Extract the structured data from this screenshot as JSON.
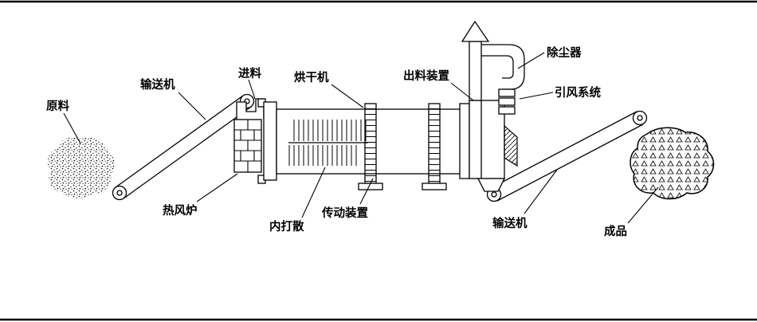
{
  "page": {
    "background": "#ffffff",
    "line_color": "#000000",
    "description": "rotary-dryer-system-line-diagram"
  },
  "labels": {
    "raw_material": "原料",
    "conveyor_left": "输送机",
    "feed_inlet": "进料",
    "dryer": "烘干机",
    "discharge_device": "出料装置",
    "dust_collector": "除尘器",
    "draft_system": "引风系统",
    "hot_air_furnace": "热风炉",
    "internal_scatter": "内打散",
    "drive_device": "传动装置",
    "conveyor_right": "输送机",
    "finished_product": "成品"
  }
}
